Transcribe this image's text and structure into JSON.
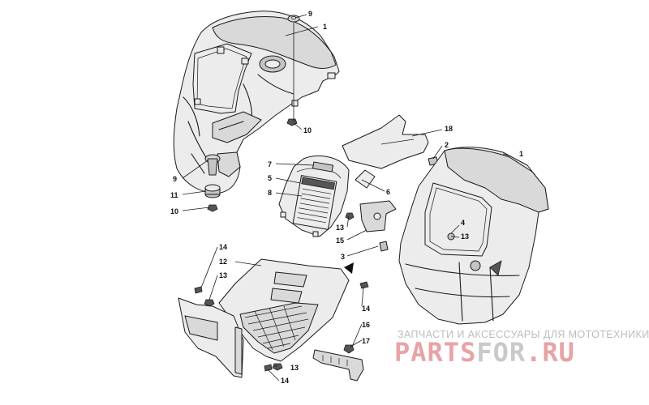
{
  "callouts": [
    {
      "id": "c9a",
      "text": "9"
    },
    {
      "id": "c1a",
      "text": "1"
    },
    {
      "id": "c10a",
      "text": "10"
    },
    {
      "id": "c9b",
      "text": "9"
    },
    {
      "id": "c11",
      "text": "11"
    },
    {
      "id": "c10b",
      "text": "10"
    },
    {
      "id": "c7",
      "text": "7"
    },
    {
      "id": "c5",
      "text": "5"
    },
    {
      "id": "c8",
      "text": "8"
    },
    {
      "id": "c6",
      "text": "6"
    },
    {
      "id": "c18",
      "text": "18"
    },
    {
      "id": "c2",
      "text": "2"
    },
    {
      "id": "c1b",
      "text": "1"
    },
    {
      "id": "c4",
      "text": "4"
    },
    {
      "id": "c13a",
      "text": "13"
    },
    {
      "id": "c13b",
      "text": "13"
    },
    {
      "id": "c15",
      "text": "15"
    },
    {
      "id": "c3",
      "text": "3"
    },
    {
      "id": "c14a",
      "text": "14"
    },
    {
      "id": "c12",
      "text": "12"
    },
    {
      "id": "c13c",
      "text": "13"
    },
    {
      "id": "c14b",
      "text": "14"
    },
    {
      "id": "c13d",
      "text": "13"
    },
    {
      "id": "c14c",
      "text": "14"
    },
    {
      "id": "c16",
      "text": "16"
    },
    {
      "id": "c17",
      "text": "17"
    }
  ],
  "watermark": {
    "tagline": "ЗАПЧАСТИ И АКСЕССУАРЫ ДЛЯ МОТОТЕХНИКИ",
    "logo_part1": "PARTS",
    "logo_part2": "FOR",
    "logo_part3": ".RU",
    "color_primary": "#e7a3a6",
    "color_secondary": "#c9c9c9"
  }
}
